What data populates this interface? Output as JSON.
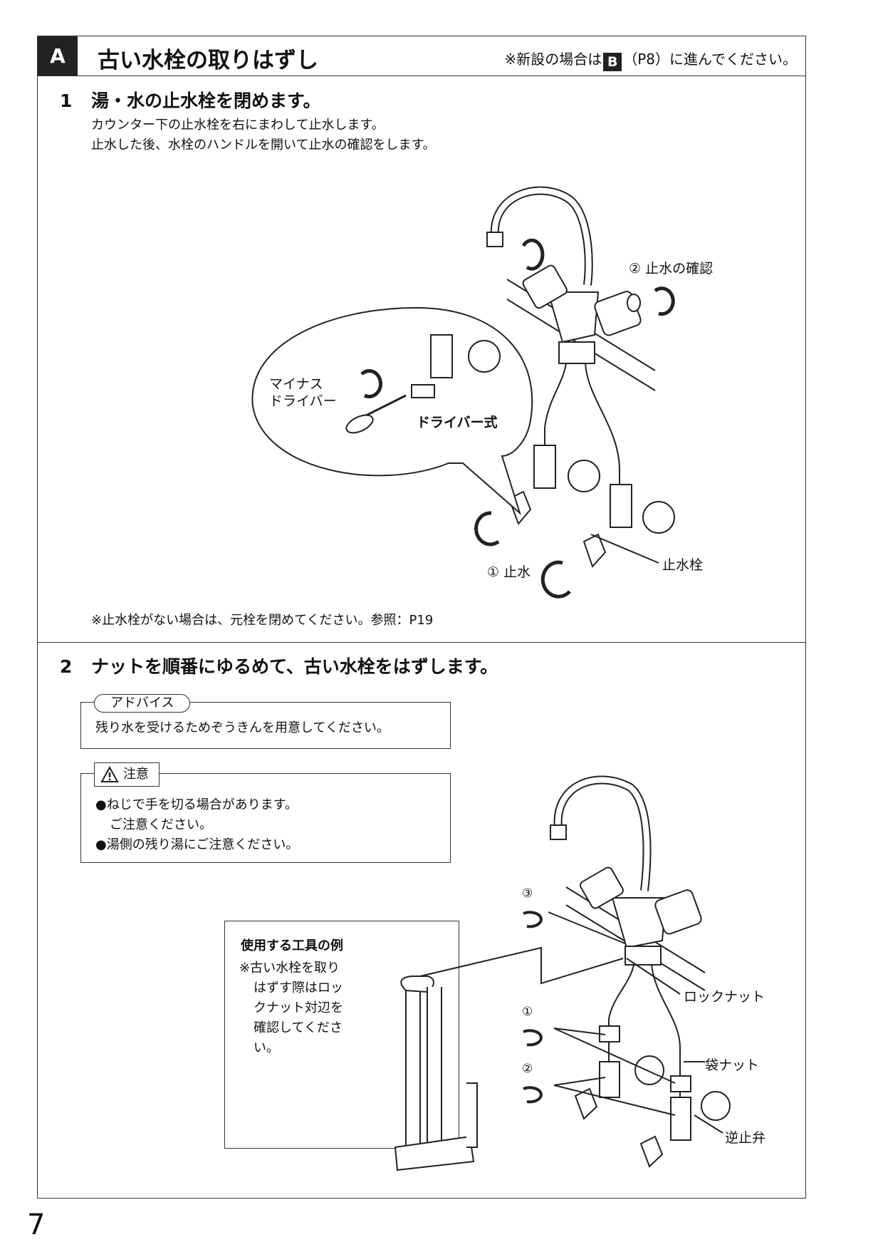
{
  "header": {
    "section_letter": "A",
    "title": "古い水栓の取りはずし",
    "note_prefix": "※新設の場合は",
    "note_badge": "B",
    "note_suffix": "（P8）に進んでください。"
  },
  "step1": {
    "number": "1",
    "title": "湯・水の止水栓を閉めます。",
    "lines": [
      "カウンター下の止水栓を右にまわして止水します。",
      "止水した後、水栓のハンドルを開いて止水の確認をします。"
    ],
    "labels": {
      "confirm": "② 止水の確認",
      "driver_line1": "マイナス",
      "driver_line2": "ドライバー",
      "driver_type": "ドライバー式",
      "stop": "① 止水",
      "stop_valve": "止水栓"
    },
    "footnote": "※止水栓がない場合は、元栓を閉めてください。参照：P19"
  },
  "step2": {
    "number": "2",
    "title": "ナットを順番にゆるめて、古い水栓をはずします。",
    "advice": {
      "label": "アドバイス",
      "text": "残り水を受けるためぞうきんを用意してください。"
    },
    "caution": {
      "label": "注意",
      "lines": [
        "●ねじで手を切る場合があります。",
        "ご注意ください。",
        "●湯側の残り湯にご注意ください。"
      ]
    },
    "tool": {
      "title": "使用する工具の例",
      "lines": [
        "※古い水栓を取り",
        "はずす際はロッ",
        "クナット対辺を",
        "確認してくださ",
        "い。"
      ]
    },
    "labels": {
      "n3": "③",
      "n1": "①",
      "n2": "②",
      "lock_nut": "ロックナット",
      "bag_nut": "袋ナット",
      "check_valve": "逆止弁"
    }
  },
  "page_number": "7"
}
